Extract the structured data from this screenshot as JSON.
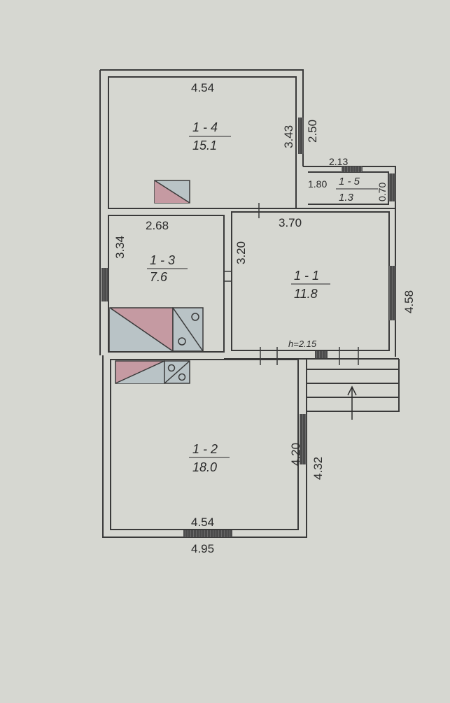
{
  "rooms": {
    "r1": {
      "label": "1 - 1",
      "area": "11.8"
    },
    "r2": {
      "label": "1 - 2",
      "area": "18.0"
    },
    "r3": {
      "label": "1 - 3",
      "area": "7.6"
    },
    "r4": {
      "label": "1 - 4",
      "area": "15.1"
    },
    "r5": {
      "label": "1 - 5",
      "area": "1.3"
    }
  },
  "dimensions": {
    "r4_width": "4.54",
    "r4_height_inner": "3.43",
    "r4_height_outer": "2.50",
    "r5_width": "2.13",
    "r5_left": "1.80",
    "r5_right": "0.70",
    "r3_width": "2.68",
    "r3_height": "3.34",
    "r1_width": "3.70",
    "r1_height": "3.20",
    "r1_right": "4.58",
    "r2_height_inner": "4.20",
    "r2_height_outer": "4.32",
    "r2_width_inner": "4.54",
    "r2_width_outer": "4.95"
  },
  "ceiling_note": "h=2.15",
  "colors": {
    "wall": "#3a3a3a",
    "paper": "#d6d7d1",
    "stove_fill": "#c59aa2",
    "hatch": "#6a6a6a"
  }
}
